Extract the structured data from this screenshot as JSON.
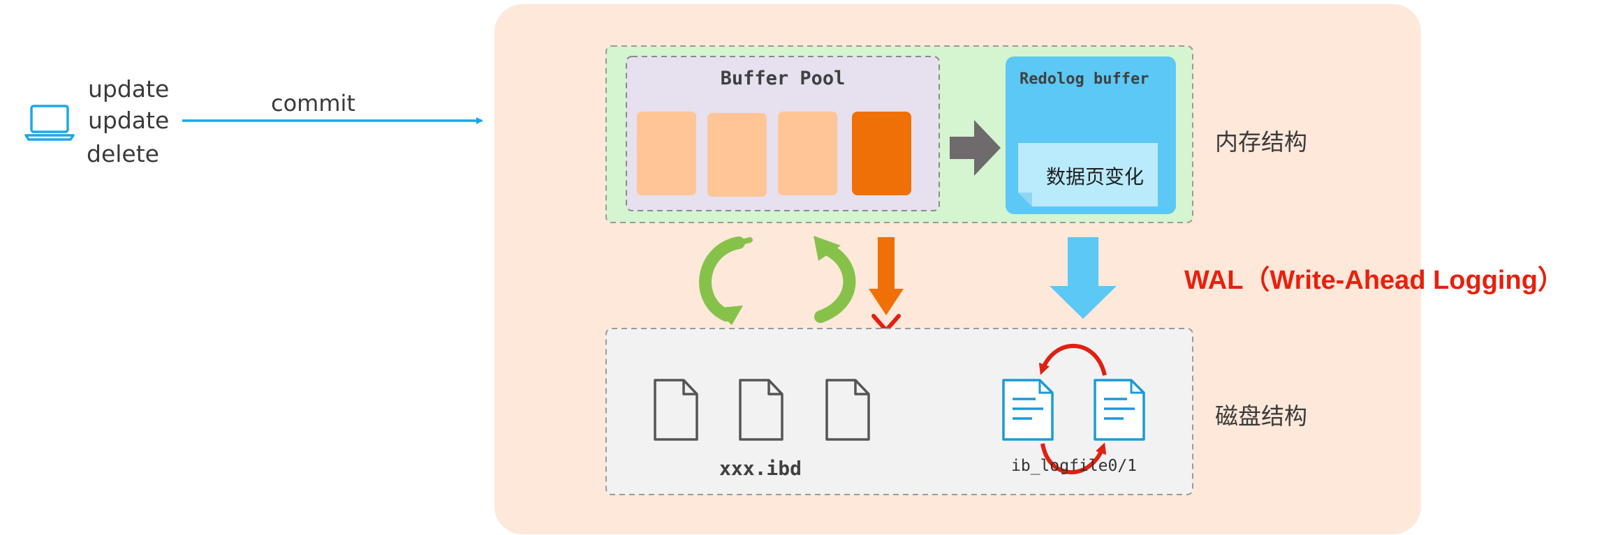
{
  "client": {
    "icon": "laptop-icon",
    "operations": [
      "update",
      "update",
      "delete"
    ],
    "commit_label": "commit"
  },
  "memory": {
    "buffer_pool_title": "Buffer Pool",
    "redolog_buffer_title": "Redolog buffer",
    "page_change_label": "数据页变化",
    "section_label": "内存结构"
  },
  "disk": {
    "data_file_label": "xxx.ibd",
    "log_file_label": "ib_logfile0/1",
    "section_label": "磁盘结构"
  },
  "wal_label": "WAL（Write-Ahead Logging）",
  "colors": {
    "server_bg": "#fde8da",
    "memory_bg": "#d4f5cf",
    "buffer_pool_bg": "#e6e0ef",
    "page_light": "#ffc596",
    "page_dark": "#f07008",
    "redolog_bg": "#5bc8f5",
    "page_change_bg": "#b9ebfd",
    "disk_bg": "#f2f2f2",
    "commit_arrow": "#1aa7e8",
    "flush_arrow": "#f07008",
    "redo_flush_arrow": "#5bc8f5",
    "green_arrows": "#86c24a",
    "red_cycle": "#e02010",
    "wal_text": "#e8200c"
  }
}
